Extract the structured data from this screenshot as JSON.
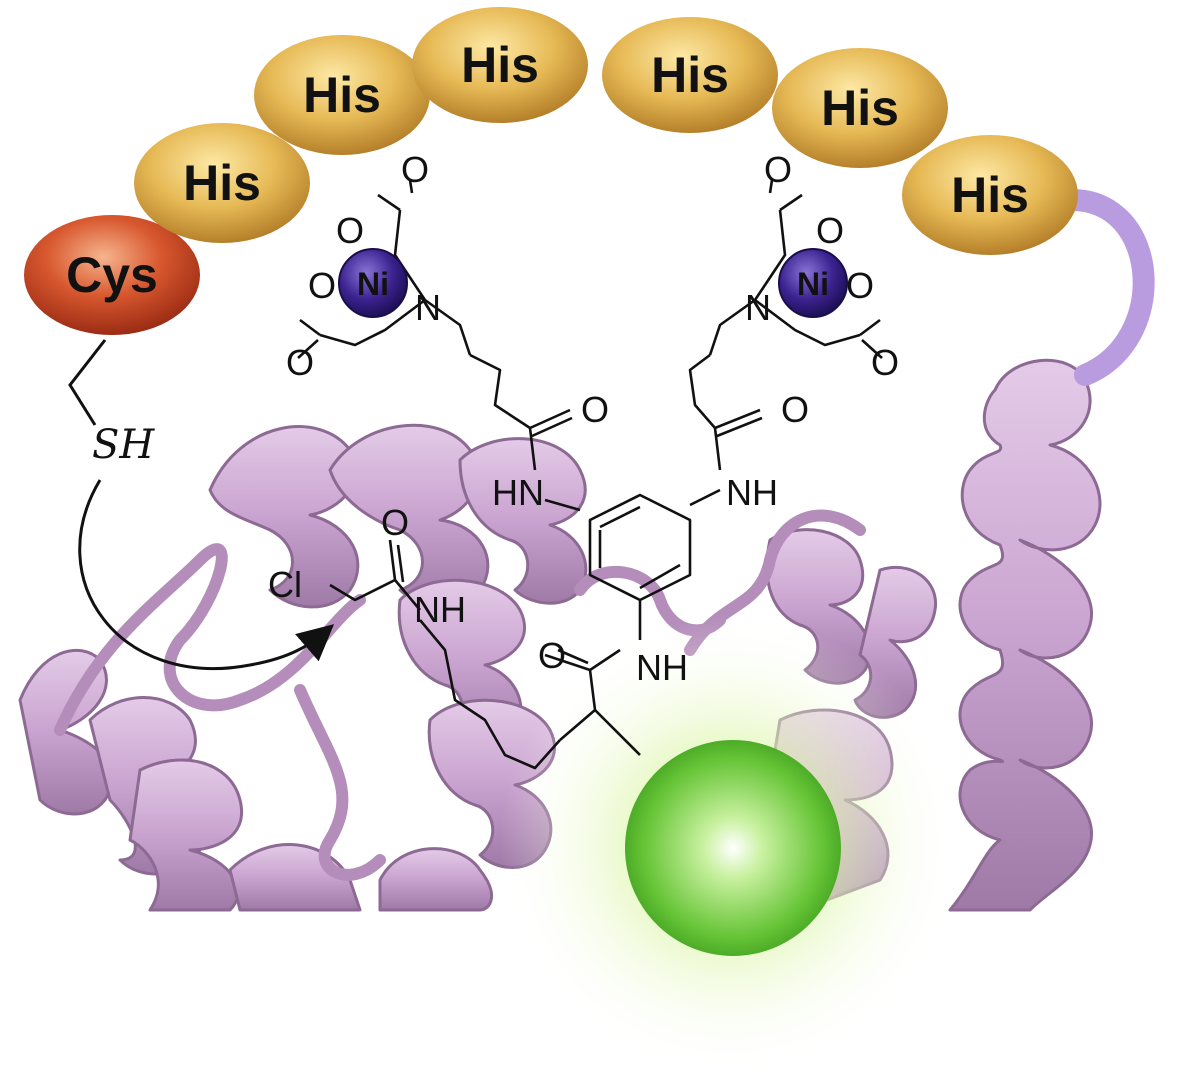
{
  "peptide": {
    "beads": [
      {
        "label": "Cys",
        "residue": "cysteine",
        "color": "#c8452a"
      },
      {
        "label": "His",
        "residue": "histidine",
        "color": "#e0b34a"
      },
      {
        "label": "His",
        "residue": "histidine",
        "color": "#e0b34a"
      },
      {
        "label": "His",
        "residue": "histidine",
        "color": "#e0b34a"
      },
      {
        "label": "His",
        "residue": "histidine",
        "color": "#e0b34a"
      },
      {
        "label": "His",
        "residue": "histidine",
        "color": "#e0b34a"
      },
      {
        "label": "His",
        "residue": "histidine",
        "color": "#e0b34a"
      }
    ],
    "linker_color": "#b99be0"
  },
  "thiol": {
    "label": "SH"
  },
  "probe": {
    "metal_ions": [
      {
        "label": "Ni",
        "color": "#3b2390"
      },
      {
        "label": "Ni",
        "color": "#3b2390"
      }
    ],
    "atoms": {
      "oxygen": "O",
      "nitrogen": "N",
      "amide_nh_left": "HN",
      "amide_nh": "NH",
      "chlorine": "Cl"
    },
    "fluorophore_color": "#6fcf3a"
  },
  "protein": {
    "ribbon_color": "#c9a3cf",
    "ribbon_edge": "#8d6a93"
  }
}
